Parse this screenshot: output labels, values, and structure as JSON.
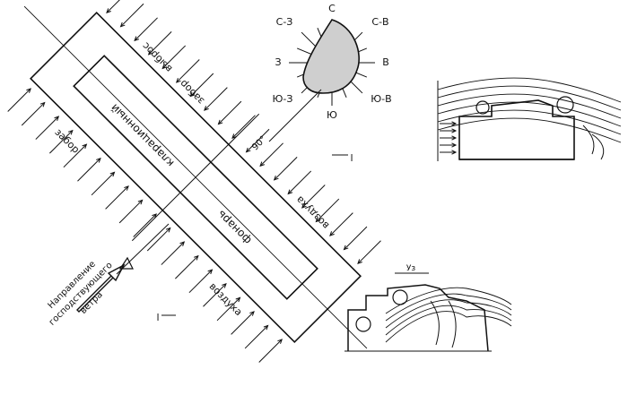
{
  "wind_rose": {
    "labels": {
      "north": "С",
      "north_east": "С-В",
      "east": "В",
      "south_east": "Ю-В",
      "south": "Ю",
      "south_west": "Ю-З",
      "west": "З",
      "north_west": "С-З"
    }
  },
  "plan": {
    "inner_text_1": "кларационный",
    "inner_text_2": "фонарь",
    "outer_top_text": "выброс",
    "outer_top_text_2": "забор",
    "outer_right_text": "воздуха",
    "outer_left_text": "забор",
    "outer_bottom_text": "воздуха",
    "angle_label": "90°",
    "dimension_right": "l",
    "dimension_bottom": "l"
  },
  "wind_arrow": {
    "line1": "Направление",
    "line2": "господствующего",
    "line3": "ветра"
  },
  "section_bottom": {
    "label": "Уз"
  },
  "colors": {
    "ink": "#111111",
    "paper": "#ffffff",
    "stipple": "#555555"
  }
}
